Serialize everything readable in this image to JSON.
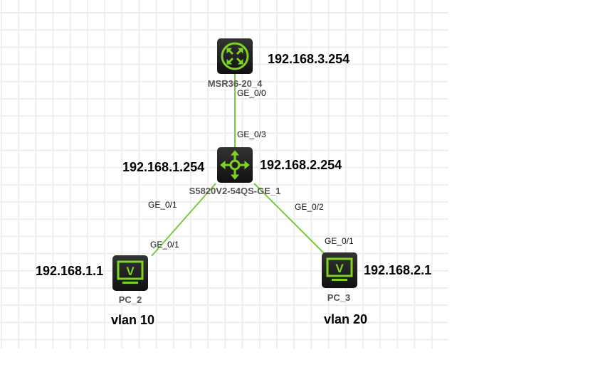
{
  "colors": {
    "link": "#7ac943",
    "icon": "#7ed321"
  },
  "devices": {
    "router": {
      "name": "MSR36-20_4",
      "ip": "192.168.3.254",
      "port": "GE_0/0"
    },
    "switch": {
      "name": "S5820V2-54QS-GE_1",
      "ip_left": "192.168.1.254",
      "ip_right": "192.168.2.254",
      "port_up": "GE_0/3",
      "port_left": "GE_0/1",
      "port_right": "GE_0/2"
    },
    "pc2": {
      "name": "PC_2",
      "ip": "192.168.1.1",
      "port": "GE_0/1",
      "vlan": "vlan 10",
      "glyph": "V"
    },
    "pc3": {
      "name": "PC_3",
      "ip": "192.168.2.1",
      "port": "GE_0/1",
      "vlan": "vlan 20",
      "glyph": "V"
    }
  }
}
